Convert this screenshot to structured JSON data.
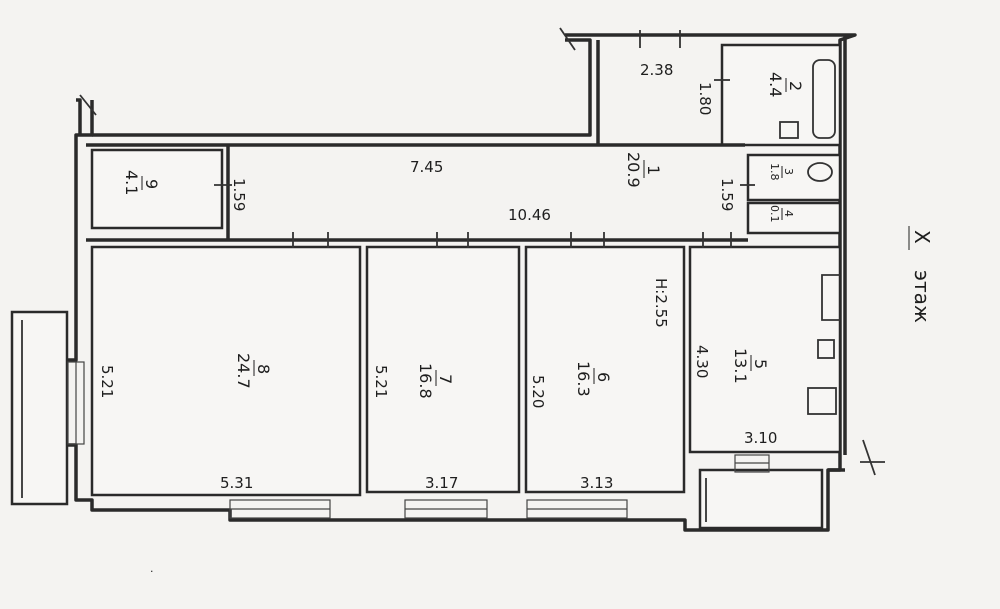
{
  "floor": {
    "number": "X",
    "word": "этаж"
  },
  "dimensions": {
    "d238": "2.38",
    "d180": "1.80",
    "d745": "7.45",
    "d1046": "10.46",
    "d159a": "1.59",
    "d159b": "1.59",
    "d255": "H:2.55",
    "d521a": "5.21",
    "d521b": "5.21",
    "d520": "5.20",
    "d430": "4.30",
    "d531": "5.31",
    "d317": "3.17",
    "d313": "3.13",
    "d310": "3.10"
  },
  "rooms": [
    {
      "num": "1",
      "area": "20.9"
    },
    {
      "num": "2",
      "area": "4.4"
    },
    {
      "num": "3",
      "area": "1.8"
    },
    {
      "num": "4",
      "area": "0.1"
    },
    {
      "num": "5",
      "area": "13.1"
    },
    {
      "num": "6",
      "area": "16.3"
    },
    {
      "num": "7",
      "area": "16.8"
    },
    {
      "num": "8",
      "area": "24.7"
    },
    {
      "num": "9",
      "area": "4.1"
    }
  ]
}
